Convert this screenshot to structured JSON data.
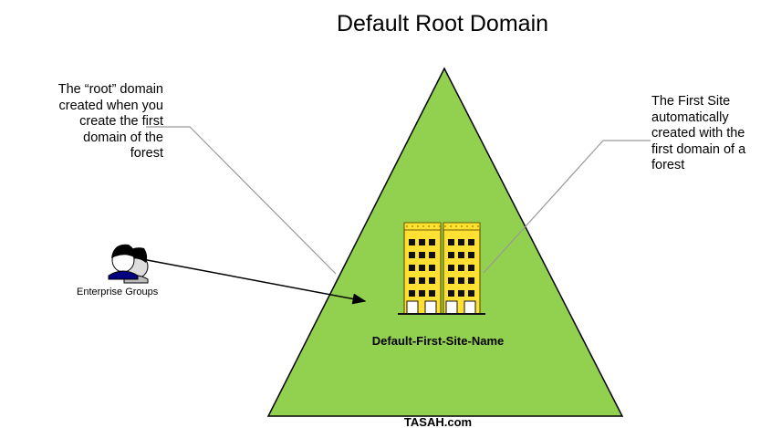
{
  "title": "Default Root Domain",
  "notes": {
    "root_domain": "The “root” domain\ncreated when you\ncreate the first\ndomain of the\nforest",
    "first_site": "The First Site\nautomatically\ncreated with the\nfirst domain of a\nforest"
  },
  "groups_label": "Enterprise Groups",
  "site_name": "Default-First-Site-Name",
  "domain_name": "TASAH.com",
  "colors": {
    "triangle_fill": "#92d050",
    "building_fill": "#ffe033",
    "line": "#999999"
  },
  "icons": {
    "site": "building-icon",
    "groups": "user-group-icon"
  }
}
